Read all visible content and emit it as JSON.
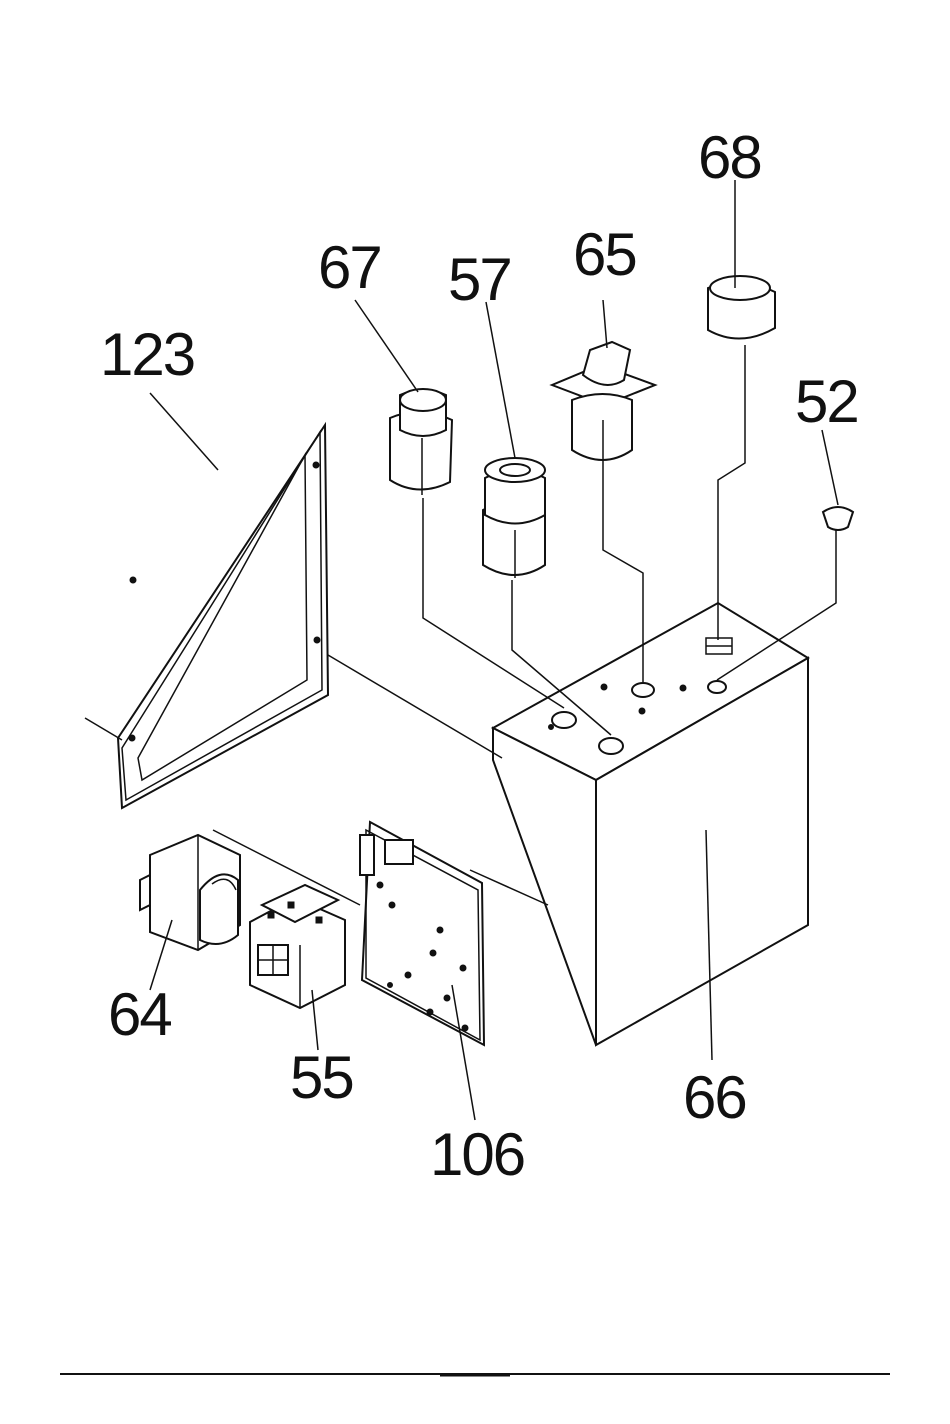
{
  "diagram": {
    "labels": {
      "p123": "123",
      "p67": "67",
      "p57": "57",
      "p65": "65",
      "p68": "68",
      "p52": "52",
      "p64": "64",
      "p55": "55",
      "p106": "106",
      "p66": "66"
    }
  }
}
